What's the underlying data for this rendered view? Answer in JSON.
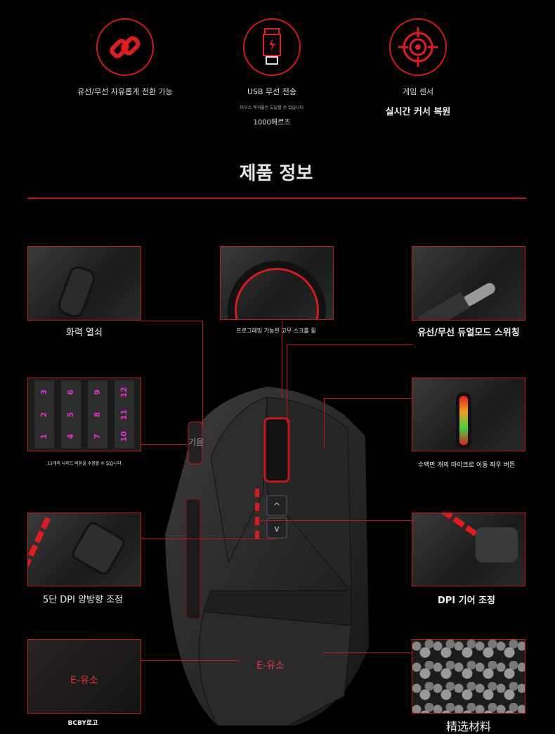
{
  "features": [
    {
      "icon": "link-icon",
      "title": "유선/무선 자유롭게 전환 가능"
    },
    {
      "icon": "usb-battery-icon",
      "title": "USB 무선 전송",
      "sub": "마우스 복귀율은 도달할 수 있습니다",
      "value": "1000헤르츠"
    },
    {
      "icon": "crosshair-icon",
      "title": "게임 센서",
      "value": "실시간 커서 복원"
    }
  ],
  "section_title": "제품 정보",
  "callouts": {
    "fire_key": "화력 열쇠",
    "scroll_wheel": "프로그래밍 가능한 고무 스크롤 휠",
    "dual_mode": "유선/무선 듀얼모드 스위칭",
    "side_buttons": "12개의 사이드 버튼을 수정할 수 있습니다",
    "micro_switch": "수백만 개의 마이크로 이동 좌우 버튼",
    "dpi_5": "5단 DPI 양방향 조정",
    "dpi_gear": "DPI 기어 조정",
    "logo_box": "E-유소",
    "logo_caption": "BCBY로고",
    "material": "精选材料",
    "mouse_logo": "E-유소",
    "side_label": "기음"
  },
  "keypad": [
    "3",
    "6",
    "9",
    "12",
    "2",
    "5",
    "8",
    "11",
    "1",
    "4",
    "7",
    "10"
  ],
  "accent": "#c4161c"
}
